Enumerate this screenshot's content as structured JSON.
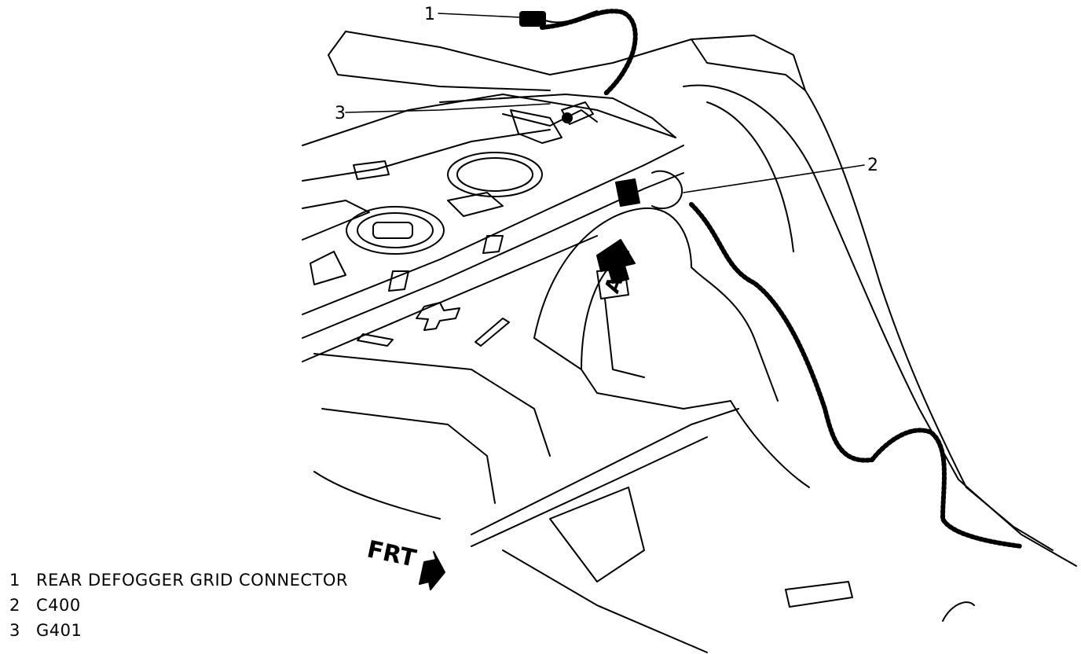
{
  "callouts": {
    "c1": "1",
    "c2": "2",
    "c3": "3"
  },
  "orientation": {
    "label": "FRT",
    "view_arrow": "A"
  },
  "legend": [
    {
      "num": "1",
      "text": "REAR DEFOGGER GRID CONNECTOR"
    },
    {
      "num": "2",
      "text": "C400"
    },
    {
      "num": "3",
      "text": "G401"
    }
  ]
}
